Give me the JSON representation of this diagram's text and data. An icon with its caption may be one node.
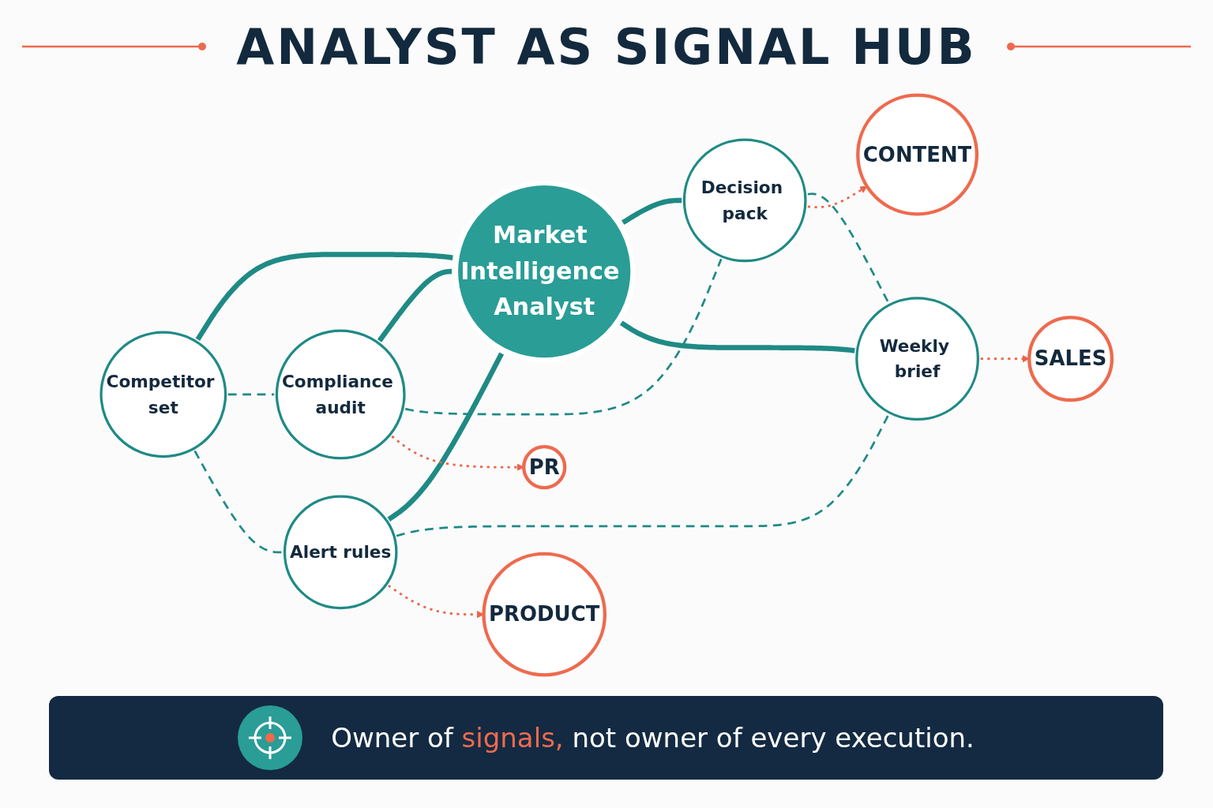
{
  "diagram": {
    "title": "ANALYST AS SIGNAL HUB",
    "nodes": [
      {
        "text": [
          "PR"
        ]
      },
      {
        "text": [
          "Competitor set"
        ]
      },
      {
        "text": [
          "PRODUCT"
        ]
      },
      {
        "text": [
          "Compliance audit"
        ]
      },
      {
        "text": [
          "Alert rules"
        ]
      },
      {
        "text": [
          "Market Intelligence Analyst"
        ]
      },
      {
        "text": [
          "CONTENT"
        ]
      },
      {
        "text": [
          "Decision pack"
        ]
      },
      {
        "text": [
          "Weekly brief"
        ]
      },
      {
        "text": [
          "SALES"
        ]
      }
    ],
    "edges": [
      {
        "from": 1,
        "to": 5,
        "arrow": "none",
        "style": "thick"
      },
      {
        "from": 3,
        "to": 5,
        "arrow": "none",
        "style": "thick"
      },
      {
        "from": 4,
        "to": 5,
        "arrow": "none",
        "style": "thick"
      },
      {
        "from": 5,
        "to": 7,
        "arrow": "none",
        "style": "thick"
      },
      {
        "from": 5,
        "to": 8,
        "arrow": "none",
        "style": "thick"
      },
      {
        "from": 1,
        "to": 3,
        "arrow": "none",
        "style": "dashed"
      },
      {
        "from": 1,
        "to": 4,
        "arrow": "none",
        "style": "dashed"
      },
      {
        "from": 4,
        "to": 8,
        "arrow": "none",
        "style": "dashed"
      },
      {
        "from": 3,
        "to": 7,
        "arrow": "none",
        "style": "dashed"
      },
      {
        "from": 7,
        "to": 8,
        "arrow": "none",
        "style": "dashed"
      },
      {
        "from": 3,
        "to": 0,
        "arrow": "to",
        "style": "dashed",
        "color": "#e8664a"
      },
      {
        "from": 4,
        "to": 2,
        "arrow": "to",
        "style": "dashed",
        "color": "#e8664a"
      },
      {
        "from": 7,
        "to": 6,
        "arrow": "to",
        "style": "dashed",
        "color": "#e8664a"
      },
      {
        "from": 8,
        "to": 9,
        "arrow": "to",
        "style": "dashed",
        "color": "#e8664a"
      }
    ],
    "caption": "Owner of signals, not owner of every execution."
  }
}
